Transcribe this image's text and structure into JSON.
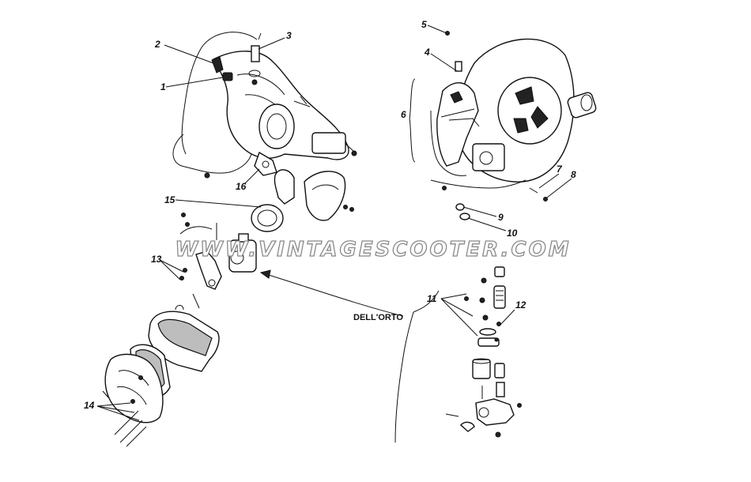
{
  "watermark": "WWW.VINTAGESCOOTER.COM",
  "carburetor_label": "DELL'ORTO",
  "callouts": [
    "1",
    "2",
    "3",
    "4",
    "5",
    "6",
    "7",
    "8",
    "9",
    "10",
    "11",
    "12",
    "13",
    "14",
    "15",
    "16"
  ]
}
